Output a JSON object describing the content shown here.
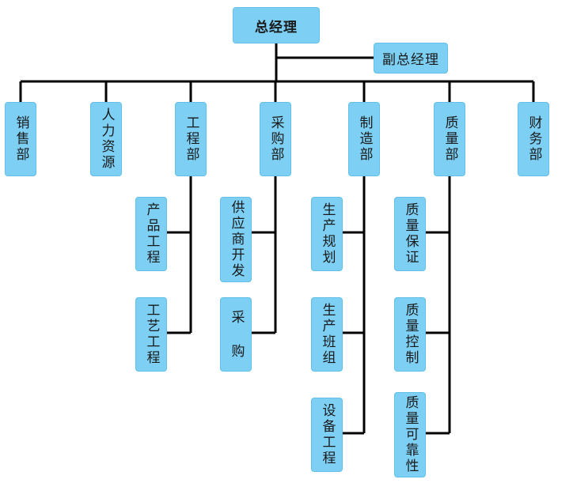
{
  "org": {
    "ceo": "总经理",
    "deputy": "副总经理",
    "departments": [
      {
        "name": "销售部"
      },
      {
        "name": "人力资源"
      },
      {
        "name": "工程部",
        "units": [
          "产品工程",
          "工艺工程"
        ]
      },
      {
        "name": "采购部",
        "units": [
          "供应商开发",
          "采 购"
        ]
      },
      {
        "name": "制造部",
        "units": [
          "生产规划",
          "生产班组",
          "设备工程"
        ]
      },
      {
        "name": "质量部",
        "units": [
          "质量保证",
          "质量控制",
          "质量可靠性"
        ]
      },
      {
        "name": "财务部"
      }
    ]
  },
  "colors": {
    "box_fill": "#7dcff4",
    "line": "#000000"
  }
}
